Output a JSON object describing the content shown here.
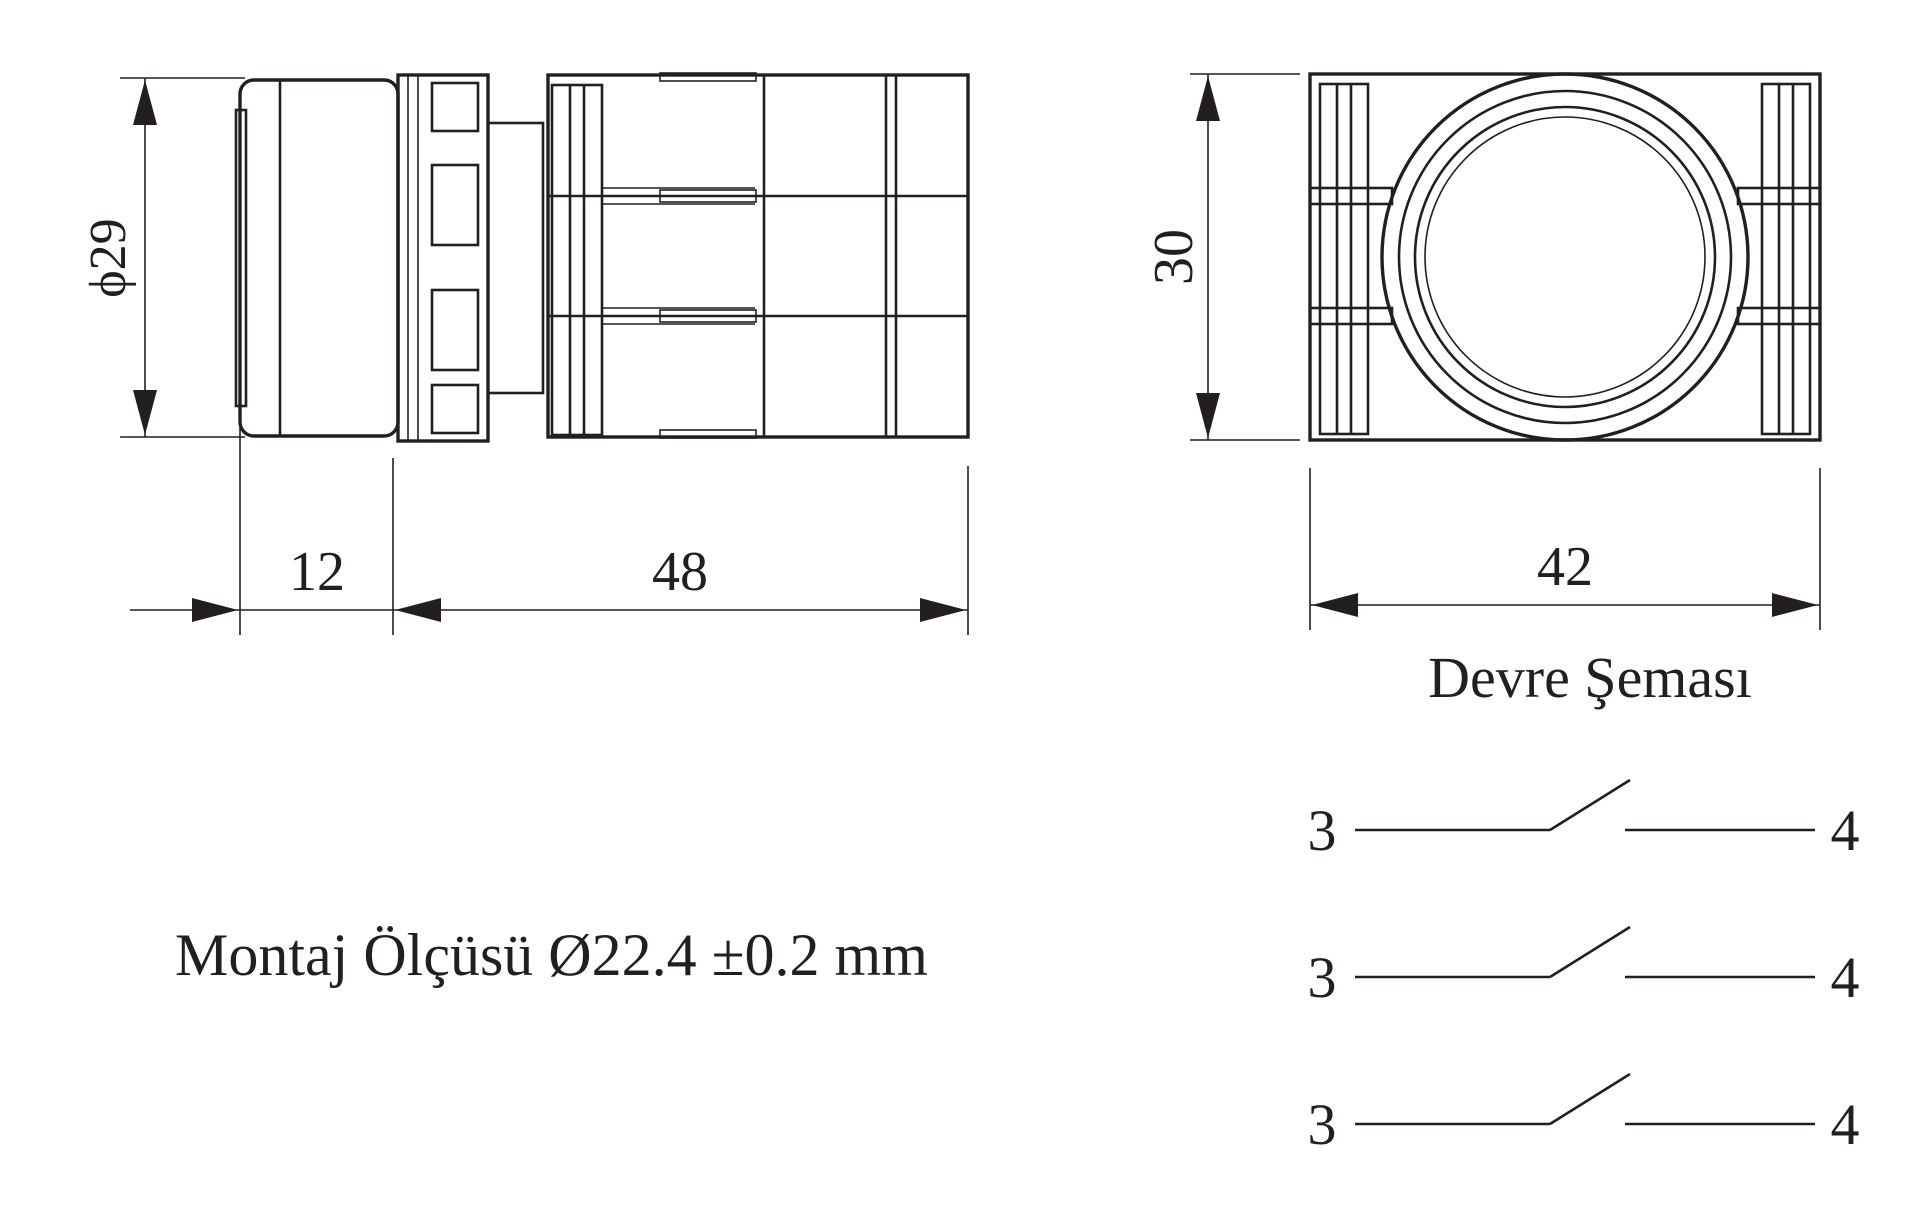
{
  "dimensions": {
    "diameter": "ϕ29",
    "front_length": "12",
    "body_length": "48",
    "height": "30",
    "width": "42"
  },
  "circuit": {
    "title": "Devre Şeması",
    "contacts": [
      {
        "left": "3",
        "right": "4"
      },
      {
        "left": "3",
        "right": "4"
      },
      {
        "left": "3",
        "right": "4"
      }
    ]
  },
  "mounting": {
    "label": "Montaj Ölçüsü Ø22.4 ±0.2 mm"
  },
  "colors": {
    "line": "#231f20",
    "background": "#ffffff"
  }
}
